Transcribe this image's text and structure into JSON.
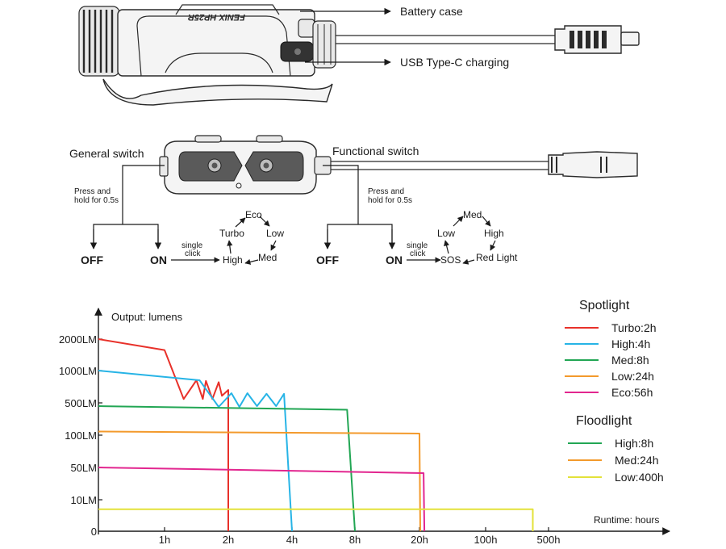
{
  "top_callouts": {
    "brand_mark": "FENIX HP25R",
    "battery_case": "Battery case",
    "usb_charging": "USB Type-C charging"
  },
  "switches": {
    "general": {
      "title": "General switch",
      "press_hold": [
        "Press and",
        "hold for 0.5s"
      ],
      "off": "OFF",
      "on": "ON",
      "single_click": [
        "single",
        "click"
      ],
      "cycle": [
        "Turbo",
        "Eco",
        "Low",
        "Med",
        "High"
      ]
    },
    "functional": {
      "title": "Functional switch",
      "press_hold": [
        "Press and",
        "hold for 0.5s"
      ],
      "off": "OFF",
      "on": "ON",
      "single_click": [
        "single",
        "click"
      ],
      "cycle": [
        "Low",
        "Med",
        "High",
        "Red Light",
        "SOS"
      ]
    }
  },
  "chart_data": {
    "type": "line",
    "ylabel": "Output: lumens",
    "xlabel": "Runtime: hours",
    "y_ticks": [
      "2000LM",
      "1000LM",
      "500LM",
      "100LM",
      "50LM",
      "10LM",
      "0"
    ],
    "x_ticks": [
      "1h",
      "2h",
      "4h",
      "8h",
      "20h",
      "100h",
      "500h"
    ],
    "x_tick_values": [
      1,
      2,
      4,
      8,
      20,
      100,
      500
    ],
    "y_scale": "nonlinear (ordinal tick spacing)",
    "x_scale": "nonlinear (ordinal tick spacing)",
    "legend_groups": [
      {
        "title": "Spotlight",
        "items": [
          {
            "name": "Turbo:2h",
            "color": "#e8312a"
          },
          {
            "name": "High:4h",
            "color": "#27b4e6"
          },
          {
            "name": "Med:8h",
            "color": "#22a654"
          },
          {
            "name": "Low:24h",
            "color": "#f39a2c"
          },
          {
            "name": "Eco:56h",
            "color": "#e2268f"
          }
        ]
      },
      {
        "title": "Floodlight",
        "items": [
          {
            "name": "High:8h",
            "color": "#22a654"
          },
          {
            "name": "Med:24h",
            "color": "#f39a2c"
          },
          {
            "name": "Low:400h",
            "color": "#e3e23a"
          }
        ]
      }
    ],
    "series": [
      {
        "name": "Turbo:2h",
        "color": "#e8312a",
        "points": [
          [
            0,
            2000
          ],
          [
            1,
            1650
          ],
          [
            1.3,
            560
          ],
          [
            1.5,
            850
          ],
          [
            1.6,
            560
          ],
          [
            1.65,
            840
          ],
          [
            1.75,
            560
          ],
          [
            1.85,
            820
          ],
          [
            1.9,
            610
          ],
          [
            2.0,
            700
          ],
          [
            2.0,
            0
          ]
        ]
      },
      {
        "name": "High:4h",
        "color": "#27b4e6",
        "points": [
          [
            0,
            1000
          ],
          [
            1.55,
            850
          ],
          [
            1.85,
            450
          ],
          [
            2.1,
            650
          ],
          [
            2.35,
            450
          ],
          [
            2.6,
            650
          ],
          [
            2.9,
            460
          ],
          [
            3.2,
            640
          ],
          [
            3.5,
            460
          ],
          [
            3.75,
            640
          ],
          [
            4.0,
            0
          ]
        ]
      },
      {
        "name": "Med:8h",
        "color": "#22a654",
        "points": [
          [
            0,
            460
          ],
          [
            7.5,
            415
          ],
          [
            8.0,
            0
          ]
        ]
      },
      {
        "name": "Low:24h",
        "color": "#f39a2c",
        "points": [
          [
            0,
            145
          ],
          [
            20,
            120
          ],
          [
            21,
            0
          ]
        ]
      },
      {
        "name": "Eco:56h",
        "color": "#e2268f",
        "points": [
          [
            0,
            50
          ],
          [
            25,
            43
          ],
          [
            26,
            0
          ]
        ]
      },
      {
        "name": "Low:400h",
        "color": "#e3e23a",
        "points": [
          [
            0,
            7
          ],
          [
            400,
            7
          ],
          [
            400,
            0
          ]
        ]
      }
    ]
  }
}
